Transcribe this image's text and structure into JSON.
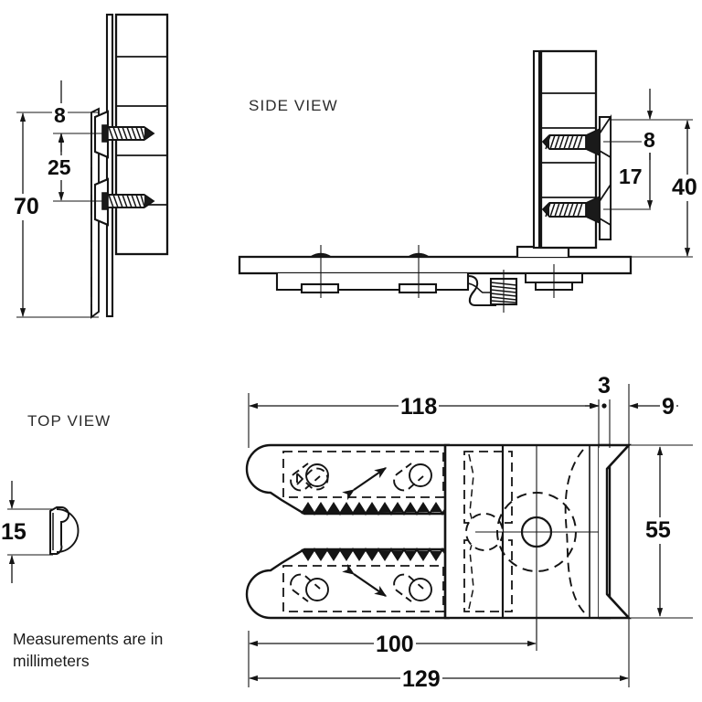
{
  "drawing": {
    "title_note": "Measurements are in millimeters",
    "note_line_1": "Measurements are in",
    "note_line_2": "millimeters",
    "units": "mm",
    "line_color": "#141414",
    "text_color": "#0d0d0d",
    "label_color": "#2b2b2b",
    "background": "#ffffff"
  },
  "views": [
    {
      "id": "front-detail",
      "label": ""
    },
    {
      "id": "side-view",
      "label": "SIDE VIEW"
    },
    {
      "id": "top-view",
      "label": "TOP VIEW"
    }
  ],
  "labels": {
    "side_view": "SIDE VIEW",
    "top_view": "TOP VIEW"
  },
  "dimensions": {
    "left_detail": [
      {
        "name": "dim-8-left",
        "value": "8",
        "orientation": "vertical",
        "unit": "mm"
      },
      {
        "name": "dim-25-left",
        "value": "25",
        "orientation": "vertical",
        "unit": "mm"
      },
      {
        "name": "dim-70-left",
        "value": "70",
        "orientation": "vertical",
        "unit": "mm"
      }
    ],
    "right_detail": [
      {
        "name": "dim-8-right",
        "value": "8",
        "orientation": "vertical",
        "unit": "mm"
      },
      {
        "name": "dim-17-right",
        "value": "17",
        "orientation": "vertical",
        "unit": "mm"
      },
      {
        "name": "dim-40-right",
        "value": "40",
        "orientation": "vertical",
        "unit": "mm"
      }
    ],
    "top_view": [
      {
        "name": "dim-118",
        "value": "118",
        "orientation": "horizontal",
        "unit": "mm"
      },
      {
        "name": "dim-3",
        "value": "3",
        "orientation": "horizontal",
        "unit": "mm"
      },
      {
        "name": "dim-9",
        "value": "9",
        "orientation": "horizontal",
        "unit": "mm"
      },
      {
        "name": "dim-55",
        "value": "55",
        "orientation": "vertical",
        "unit": "mm"
      },
      {
        "name": "dim-100",
        "value": "100",
        "orientation": "horizontal",
        "unit": "mm"
      },
      {
        "name": "dim-129",
        "value": "129",
        "orientation": "horizontal",
        "unit": "mm"
      }
    ],
    "profile_detail": [
      {
        "name": "dim-15",
        "value": "15",
        "orientation": "vertical",
        "unit": "mm"
      }
    ]
  },
  "dim_values": {
    "d8_left": "8",
    "d25_left": "25",
    "d70_left": "70",
    "d8_right": "8",
    "d17_right": "17",
    "d40_right": "40",
    "d118": "118",
    "d3": "3",
    "d9": "9",
    "d55": "55",
    "d100": "100",
    "d129": "129",
    "d15": "15"
  },
  "components": {
    "screws": 4,
    "serrated_arms": 2,
    "pill_slots": 4,
    "adjustment_arrows": 2,
    "pivot_hub": 1
  }
}
